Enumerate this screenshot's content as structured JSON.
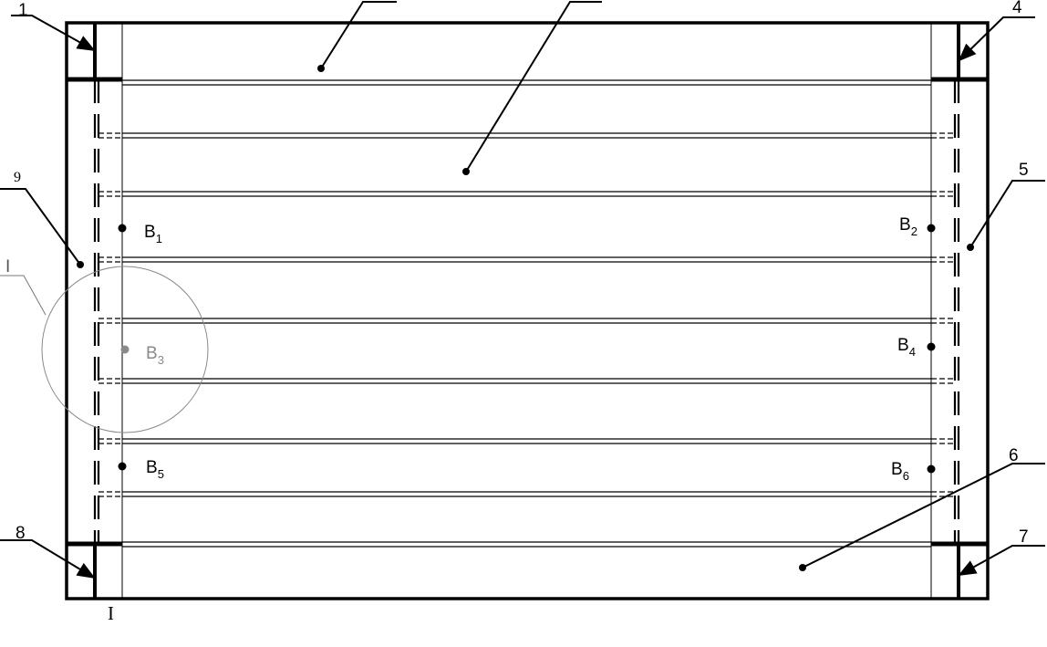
{
  "callouts": {
    "c1": "1",
    "c4": "4",
    "c5": "5",
    "c6": "6",
    "c7": "7",
    "c8": "8",
    "c9": "9",
    "detail": "I"
  },
  "points": [
    {
      "letter": "B",
      "index": "1"
    },
    {
      "letter": "B",
      "index": "2"
    },
    {
      "letter": "B",
      "index": "3"
    },
    {
      "letter": "B",
      "index": "4"
    },
    {
      "letter": "B",
      "index": "5"
    },
    {
      "letter": "B",
      "index": "6"
    }
  ],
  "detail_view_label": "I",
  "colors": {
    "line": "#000000",
    "detail": "#8a8a8a"
  }
}
